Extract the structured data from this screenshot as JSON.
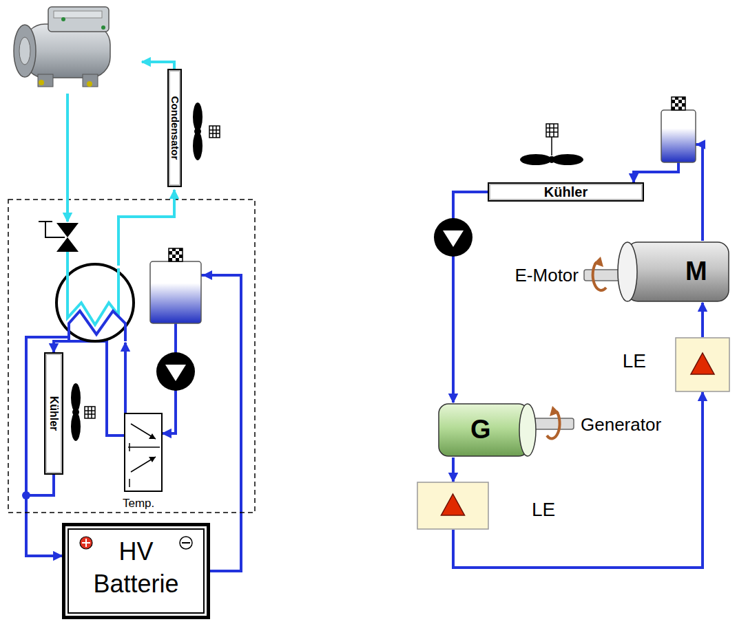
{
  "diagram": {
    "nodes": [
      {
        "text": [
          "Condensator"
        ]
      },
      {
        "text": [
          "Kühler"
        ]
      },
      {
        "text": [
          "Temp."
        ]
      },
      {
        "text": [
          "HV Batterie"
        ]
      },
      {
        "text": [
          "Kühler"
        ]
      },
      {
        "text": [
          "M"
        ]
      },
      {
        "text": [
          "G"
        ]
      },
      {
        "text": [
          "LE"
        ]
      },
      {
        "text": [
          "LE"
        ]
      }
    ],
    "edges": [
      {
        "from": 2,
        "to": 1,
        "arrow": "to"
      },
      {
        "from": 1,
        "to": 3,
        "arrow": "to"
      },
      {
        "from": 3,
        "to": 2,
        "arrow": "to"
      },
      {
        "from": 4,
        "to": 6,
        "arrow": "to"
      },
      {
        "from": 6,
        "to": 7,
        "arrow": "to"
      },
      {
        "from": 7,
        "to": 8,
        "arrow": "to"
      },
      {
        "from": 8,
        "to": 5,
        "arrow": "to"
      },
      {
        "from": 5,
        "to": 4,
        "arrow": "to"
      }
    ],
    "labels": [
      "E-Motor",
      "Generator"
    ]
  }
}
